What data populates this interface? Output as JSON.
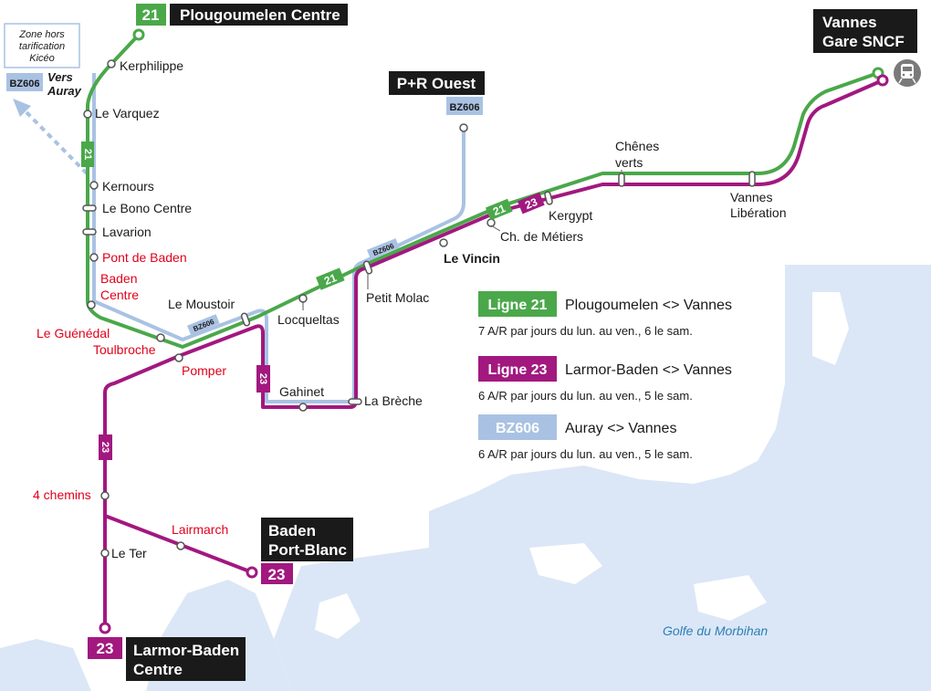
{
  "colors": {
    "line21": "#4aa84a",
    "line23": "#a2187f",
    "bz606": "#a9c2e3",
    "water": "#dbe7f6",
    "terminus": "#1a1a1a",
    "red_stop": "#e2001a"
  },
  "lines": {
    "l21": {
      "number": "21"
    },
    "l23": {
      "number": "23"
    },
    "bz606": {
      "code": "BZ606"
    }
  },
  "termini": {
    "plougoumelen": "Plougoumelen Centre",
    "vannes_1": "Vannes",
    "vannes_2": "Gare SNCF",
    "pr_ouest": "P+R Ouest",
    "baden_1": "Baden",
    "baden_2": "Port-Blanc",
    "larmor_1": "Larmor-Baden",
    "larmor_2": "Centre"
  },
  "zone": {
    "line1": "Zone hors",
    "line2": "tarification",
    "line3": "Kicéo",
    "vers_1": "Vers",
    "vers_2": "Auray"
  },
  "stops": {
    "kerphilippe": "Kerphilippe",
    "le_varquez": "Le Varquez",
    "kernours": "Kernours",
    "le_bono": "Le Bono Centre",
    "lavarion": "Lavarion",
    "pont_baden": "Pont de Baden",
    "baden_centre_1": "Baden",
    "baden_centre_2": "Centre",
    "le_guenedal": "Le Guénédal",
    "toulbroche": "Toulbroche",
    "pomper": "Pomper",
    "le_moustoir": "Le  Moustoir",
    "locqueltas": "Locqueltas",
    "gahinet": "Gahinet",
    "la_breche": "La Brèche",
    "petit_molac": "Petit Molac",
    "le_vincin": "Le Vincin",
    "ch_metiers": "Ch. de Métiers",
    "kergypt": "Kergypt",
    "chenes_1": "Chênes",
    "chenes_2": "verts",
    "vannes_lib_1": "Vannes",
    "vannes_lib_2": "Libération",
    "quatre_chemins": "4 chemins",
    "le_ter": "Le Ter",
    "lairmarch": "Lairmarch"
  },
  "legend": [
    {
      "badge": "Ligne 21",
      "route": "Plougoumelen <> Vannes",
      "freq": "7 A/R par jours du lun. au ven., 6 le sam."
    },
    {
      "badge": "Ligne 23",
      "route": "Larmor-Baden <> Vannes",
      "freq": "6 A/R par jours du lun. au ven., 5 le sam."
    },
    {
      "badge": "BZ606",
      "route": "Auray <> Vannes",
      "freq": "6 A/R par jours du lun. au ven., 5 le sam."
    }
  ],
  "water_label": "Golfe du Morbihan",
  "icons": {
    "train": "train-icon"
  }
}
